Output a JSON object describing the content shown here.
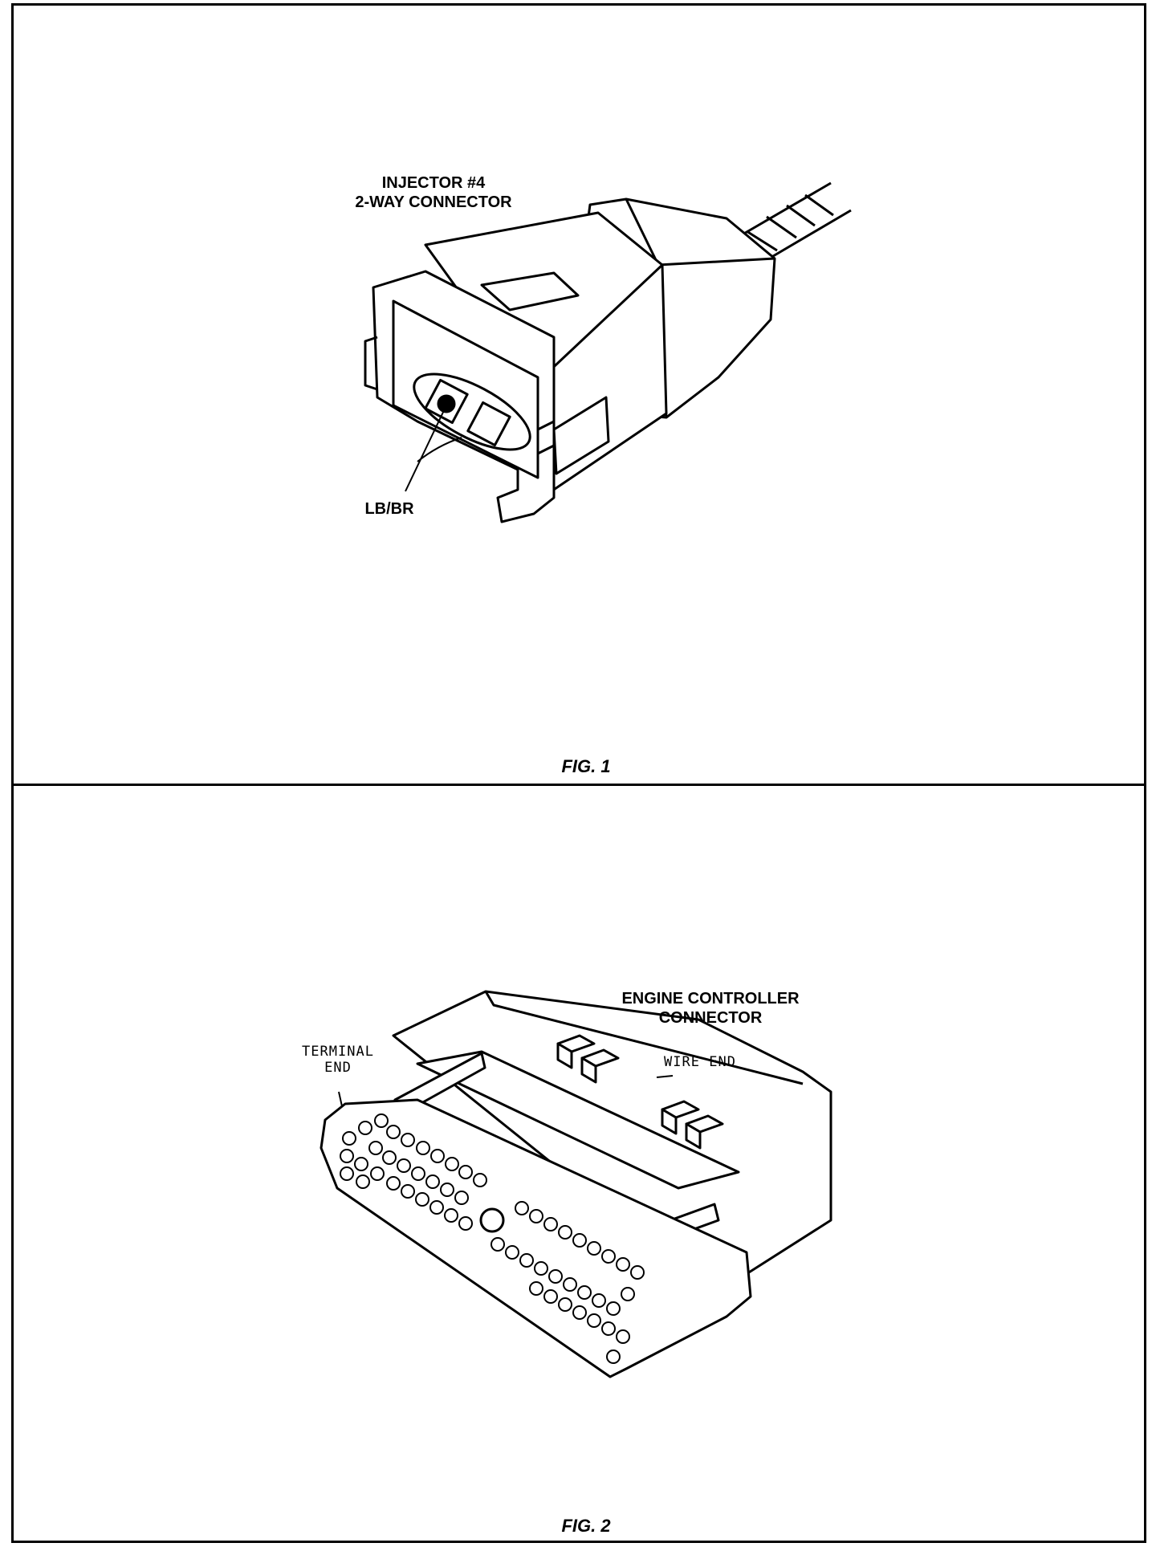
{
  "figure1": {
    "connector_label_line1": "INJECTOR #4",
    "connector_label_line2": "2-WAY CONNECTOR",
    "wire_label": "LB/BR",
    "caption": "FIG. 1"
  },
  "figure2": {
    "connector_label_line1": "ENGINE CONTROLLER",
    "connector_label_line2": "CONNECTOR",
    "terminal_end_line1": "TERMINAL",
    "terminal_end_line2": "END",
    "wire_end_label": "WIRE END",
    "caption": "FIG. 2"
  },
  "colors": {
    "line": "#000000",
    "background": "#ffffff"
  }
}
